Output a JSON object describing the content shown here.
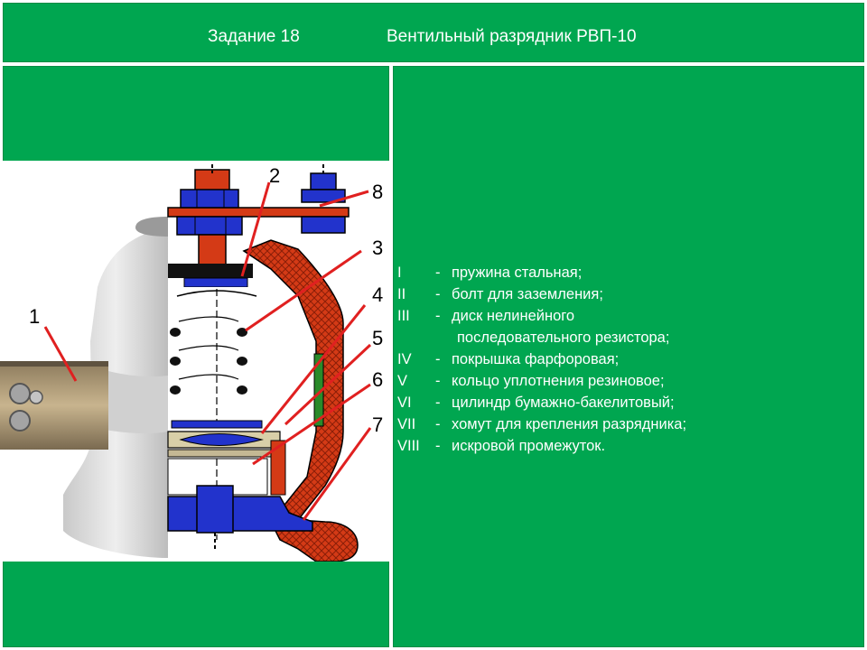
{
  "header": {
    "task_number": "Задание 18",
    "title": "Вентильный разрядник РВП-10"
  },
  "diagram": {
    "callouts": [
      "1",
      "2",
      "3",
      "4",
      "5",
      "6",
      "7",
      "8"
    ],
    "colors": {
      "porcelain": "#d8d8d8",
      "housing": "#d43a16",
      "metal_parts": "#2233cc",
      "board_bg": "#00a650"
    }
  },
  "legend": {
    "items": [
      {
        "roman": "I",
        "dash": "-",
        "text": "пружина стальная;"
      },
      {
        "roman": "II",
        "dash": "-",
        "text": "болт для заземления;"
      },
      {
        "roman": "III",
        "dash": "-",
        "text": "диск нелинейного"
      },
      {
        "roman": "",
        "dash": "",
        "text": "последовательного резистора;"
      },
      {
        "roman": "IV",
        "dash": "-",
        "text": "покрышка фарфоровая;"
      },
      {
        "roman": "V",
        "dash": "-",
        "text": "кольцо уплотнения резиновое;"
      },
      {
        "roman": "VI",
        "dash": "-",
        "text": "цилиндр бумажно-бакелитовый;"
      },
      {
        "roman": "VII",
        "dash": "-",
        "text": "хомут для крепления разрядника;"
      },
      {
        "roman": "VIII",
        "dash": "-",
        "text": "искровой промежуток."
      }
    ]
  }
}
